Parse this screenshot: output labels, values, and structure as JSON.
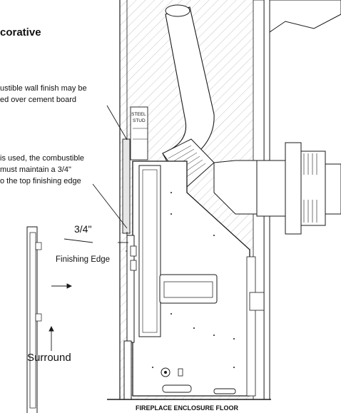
{
  "heading": "corative",
  "notes": {
    "wall_finish_line1": "ustible wall finish may be",
    "wall_finish_line2": "ed over cement board",
    "trim_line1": "is used, the combustible",
    "trim_line2": "must maintain a 3/4\"",
    "trim_line3": "o the top finishing edge"
  },
  "labels": {
    "steel_stud_line1": "STEEL",
    "steel_stud_line2": "STUD",
    "clearance": "3/4\"",
    "finishing_edge": "Finishing Edge",
    "surround": "Surround",
    "floor": "FIREPLACE ENCLOSURE FLOOR"
  },
  "colors": {
    "line": "#1a1a1a",
    "hatch": "#9a9a9a",
    "background": "#ffffff"
  }
}
